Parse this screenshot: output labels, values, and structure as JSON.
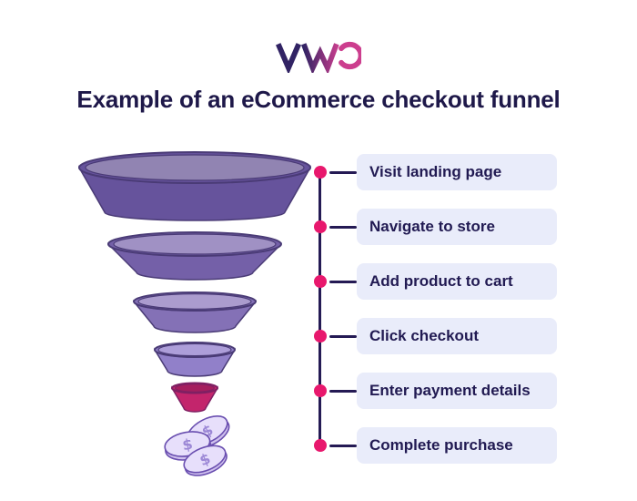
{
  "title": {
    "text": "Example of an eCommerce checkout funnel",
    "color": "#1E1849"
  },
  "logo": {
    "brand": "VWO",
    "v_color": "#312364",
    "w_gradient_start": "#312364",
    "w_gradient_end": "#C23D8C",
    "o_color": "#CC3E8E"
  },
  "funnel": {
    "segments": [
      {
        "body_color": "#66539C",
        "top_color": "#9184B2"
      },
      {
        "body_color": "#7460A8",
        "top_color": "#A091C4"
      },
      {
        "body_color": "#8471B6",
        "top_color": "#AB9CCE"
      },
      {
        "body_color": "#9180C9",
        "top_color": "#AD9ED9"
      },
      {
        "body_color": "#C3256C",
        "top_color": "#A51E5E"
      }
    ],
    "outline_color": "#4A3B76",
    "pink_outline_color": "#7F2063",
    "coins": {
      "dollar_sign": "$",
      "face_color": "#E7DFFB",
      "edge_color": "#CFC0EE",
      "outline_color": "#6A4FB0",
      "dollar_color": "#9C88D6"
    }
  },
  "timeline": {
    "line_color": "#241A54",
    "dot_color": "#E8186D",
    "label_background": "#E9ECFA",
    "label_text_color": "#211A52",
    "steps": [
      {
        "label": "Visit landing page"
      },
      {
        "label": "Navigate to store"
      },
      {
        "label": "Add product to cart"
      },
      {
        "label": "Click checkout"
      },
      {
        "label": "Enter payment details"
      },
      {
        "label": "Complete purchase"
      }
    ]
  }
}
